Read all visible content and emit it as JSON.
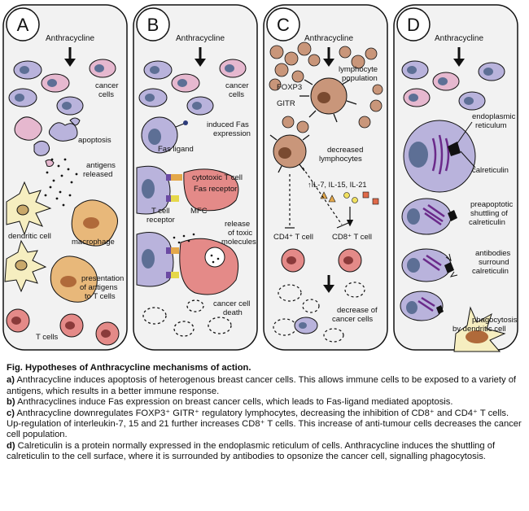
{
  "panels": {
    "a": {
      "letter": "A",
      "title": "Anthracycline",
      "cancer_cells": [
        "cancer",
        "cells"
      ],
      "apoptosis": "apoptosis",
      "antigens": [
        "antigens",
        "released"
      ],
      "dendritic": "dendritic cell",
      "macrophage": "macrophage",
      "presentation": [
        "presentation",
        "of antigens",
        "to T cells"
      ],
      "t_cells": "T cells"
    },
    "b": {
      "letter": "B",
      "title": "Anthracycline",
      "cancer_cells": [
        "cancer",
        "cells"
      ],
      "induced_fas": [
        "induced Fas",
        "expression"
      ],
      "fas_ligand": "Fas ligand",
      "cytotoxic": "cytotoxic T cell",
      "fas_receptor": "Fas receptor",
      "t_cell_receptor": [
        "T cell",
        "receptor"
      ],
      "mfc": "MFC",
      "release": [
        "release",
        "of toxic",
        "molecules"
      ],
      "death": [
        "cancer cell",
        "death"
      ]
    },
    "c": {
      "letter": "C",
      "title": "Anthracycline",
      "lymph_pop": [
        "lymphocyte",
        "population"
      ],
      "foxp3": "FOXP3",
      "gitr": "GITR",
      "decreased": [
        "decreased",
        "lymphocytes"
      ],
      "il": "↑IL-7, IL-15, IL-21",
      "cd4": "CD4⁺ T cell",
      "cd8": "CD8⁺ T cell",
      "decrease_cancer": [
        "decrease of",
        "cancer cells"
      ]
    },
    "d": {
      "letter": "D",
      "title": "Anthracycline",
      "er": [
        "endoplasmic",
        "reticulum"
      ],
      "calreticulin": "calreticulin",
      "preapoptotic": [
        "preapoptotic",
        "shuttling of",
        "calreticulin"
      ],
      "antibodies": [
        "antibodies",
        "surround",
        "calreticulin"
      ],
      "phagocytosis": [
        "phagocytosis",
        "by dendritic cell"
      ]
    }
  },
  "caption": {
    "title": "Fig. Hypotheses of Anthracycline mechanisms of action.",
    "a_label": "a)",
    "a_text": "Anthracycline induces apoptosis of heterogenous breast cancer cells. This allows immune cells to be exposed to a variety of antigens, which results in a better immune response.",
    "b_label": "b)",
    "b_text": "Anthracyclines induce Fas expression on breast cancer cells, which leads to Fas-ligand mediated apoptosis.",
    "c_label": "c)",
    "c_text": "Anthracycline downregulates FOXP3⁺ GITR⁺ regulatory lymphocytes, decreasing the inhibition of CD8⁺ and CD4⁺ T cells. Up-regulation of interleukin-7, 15 and 21 further increases CD8⁺ T cells. This increase of anti-tumour cells decreases the cancer cell population.",
    "d_label": "d)",
    "d_text": "Calreticulin is a protein normally expressed in the endoplasmic reticulum of cells. Anthracycline induces the shuttling of calreticulin to the cell surface, where it is surrounded by antibodies to opsonize the cancer cell, signalling phagocytosis."
  },
  "colors": {
    "cancer_purple": "#b9b3dc",
    "cancer_pink": "#e6b8cf",
    "nucleus": "#5d6f95",
    "tcell_red": "#e48a88",
    "macrophage": "#e8b87a",
    "dendritic": "#f6eec0",
    "brown_lymph": "#c9967a"
  }
}
